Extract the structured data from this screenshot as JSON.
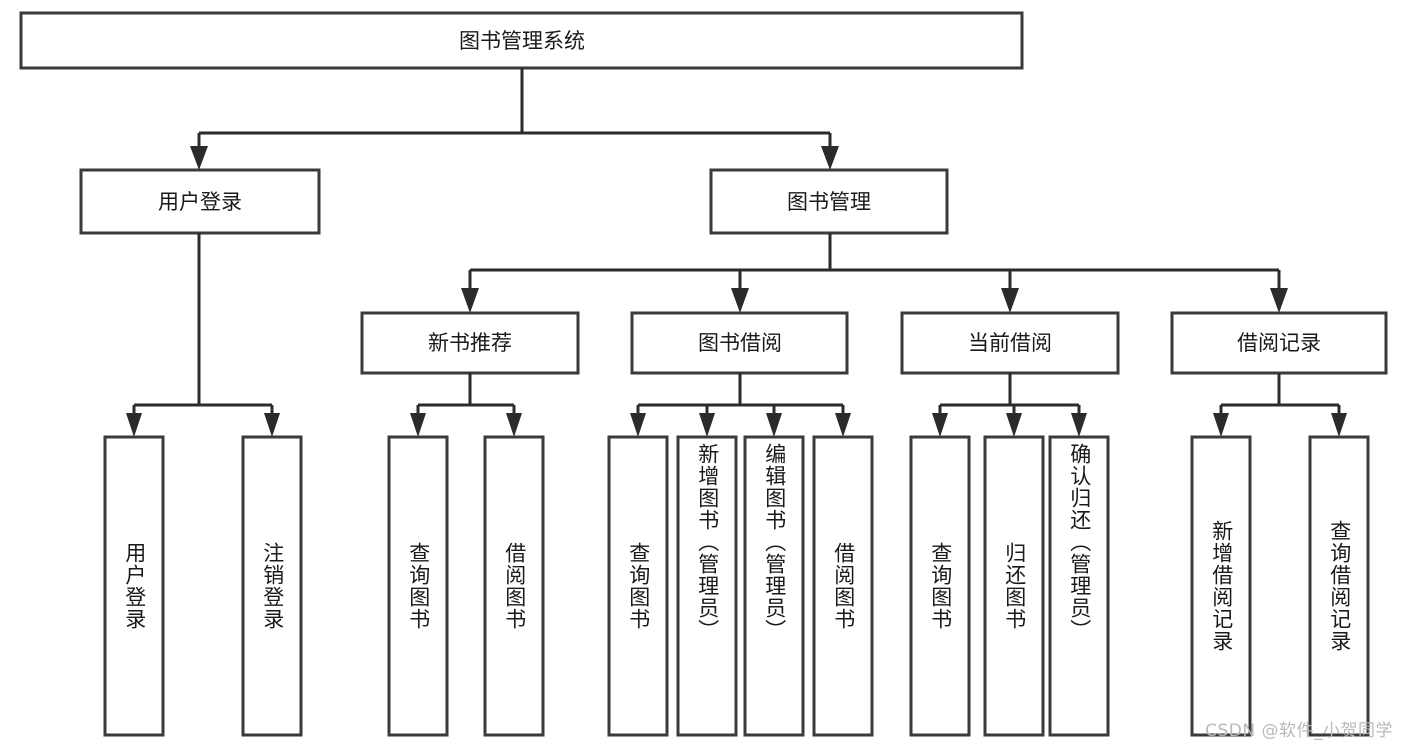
{
  "diagram": {
    "type": "hierarchy-tree",
    "title": "图书管理系统",
    "watermark": "CSDN @软件_小贺同学",
    "colors": {
      "box_stroke": "#3a3a3a",
      "connector": "#2b2b2b",
      "box_fill": "#ffffff",
      "text": "#1a1a1a",
      "watermark": "#b9b9b9",
      "background": "#ffffff"
    },
    "root": {
      "label": "图书管理系统"
    },
    "level1": [
      {
        "label": "用户登录"
      },
      {
        "label": "图书管理"
      }
    ],
    "level2": [
      {
        "label": "新书推荐"
      },
      {
        "label": "图书借阅"
      },
      {
        "label": "当前借阅"
      },
      {
        "label": "借阅记录"
      }
    ],
    "leaves": {
      "user_login": [
        {
          "label": "用户登录"
        },
        {
          "label": "注销登录"
        }
      ],
      "new_book_recommend": [
        {
          "label": "查询图书"
        },
        {
          "label": "借阅图书"
        }
      ],
      "book_borrow": [
        {
          "label": "查询图书"
        },
        {
          "label": "新增图书（管理员）"
        },
        {
          "label": "编辑图书（管理员）"
        },
        {
          "label": "借阅图书"
        }
      ],
      "current_borrow": [
        {
          "label": "查询图书"
        },
        {
          "label": "归还图书"
        },
        {
          "label": "确认归还（管理员）"
        }
      ],
      "borrow_record": [
        {
          "label": "新增借阅记录"
        },
        {
          "label": "查询借阅记录"
        }
      ]
    }
  }
}
